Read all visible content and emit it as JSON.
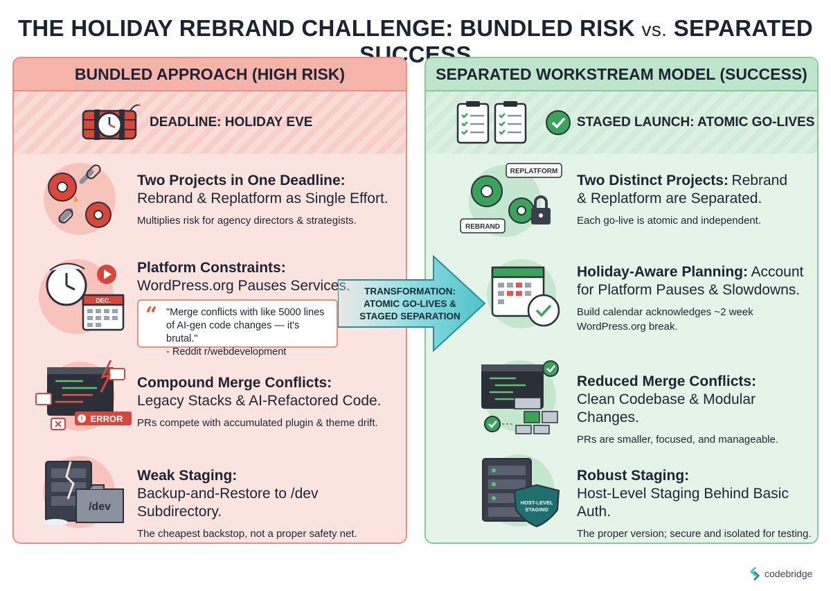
{
  "title": {
    "main": "THE HOLIDAY REBRAND CHALLENGE: BUNDLED RISK",
    "vs": "vs.",
    "end": "SEPARATED SUCCESS"
  },
  "left": {
    "header": "BUNDLED APPROACH (HIGH RISK)",
    "band": "DEADLINE: HOLIDAY EVE",
    "items": [
      {
        "bold": "Two Projects in One Deadline:",
        "rest": "Rebrand & Replatform as Single Effort.",
        "small": "Multiplies risk for agency directors & strategists."
      },
      {
        "bold": "Platform Constraints:",
        "rest": "WordPress.org Pauses Services.",
        "small": ""
      },
      {
        "bold": "Compound Merge Conflicts:",
        "rest": "Legacy Stacks & AI-Refactored Code.",
        "small": "PRs compete with accumulated plugin & theme drift."
      },
      {
        "bold": "Weak Staging:",
        "rest": "Backup-and-Restore to /dev Subdirectory.",
        "small": "The cheapest backstop, not a proper safety net."
      }
    ],
    "quote": {
      "line1": "\"Merge conflicts with like 5000 lines",
      "line2": "of AI-gen code changes — it's brutal.\"",
      "source": "- Reddit r/webdevelopment"
    },
    "icon_labels": {
      "calendar": "DEC.",
      "error": "ERROR",
      "folder": "/dev"
    }
  },
  "arrow": {
    "line1": "TRANSFORMATION:",
    "line2": "ATOMIC GO-LIVES &",
    "line3": "STAGED SEPARATION"
  },
  "right": {
    "header": "SEPARATED WORKSTREAM MODEL (SUCCESS)",
    "band": "STAGED LAUNCH: ATOMIC GO-LIVES",
    "items": [
      {
        "bold": "Two Distinct Projects:",
        "rest_inline": "Rebrand",
        "rest": "& Replatform are Separated.",
        "small": "Each go-live is atomic and independent."
      },
      {
        "bold": "Holiday-Aware Planning:",
        "rest_inline": "Account",
        "rest": "for Platform Pauses & Slowdowns.",
        "small": "Build calendar acknowledges ~2 week",
        "small2": "WordPress.org break."
      },
      {
        "bold": "Reduced Merge Conflicts:",
        "rest": "Clean Codebase & Modular Changes.",
        "small": "PRs are smaller, focused, and manageable."
      },
      {
        "bold": "Robust Staging:",
        "rest": "Host-Level Staging Behind Basic Auth.",
        "small": "The proper version; secure and isolated for testing."
      }
    ],
    "icon_labels": {
      "replatform": "REPLATFORM",
      "rebrand": "REBRAND",
      "shield_line1": "HOST-LEVEL",
      "shield_line2": "STAGING"
    }
  },
  "brand": {
    "name": "codebridge"
  },
  "colors": {
    "red": "#e0573f",
    "green": "#3aa35a",
    "dark": "#1d2330",
    "teal": "#4fc3c9"
  }
}
